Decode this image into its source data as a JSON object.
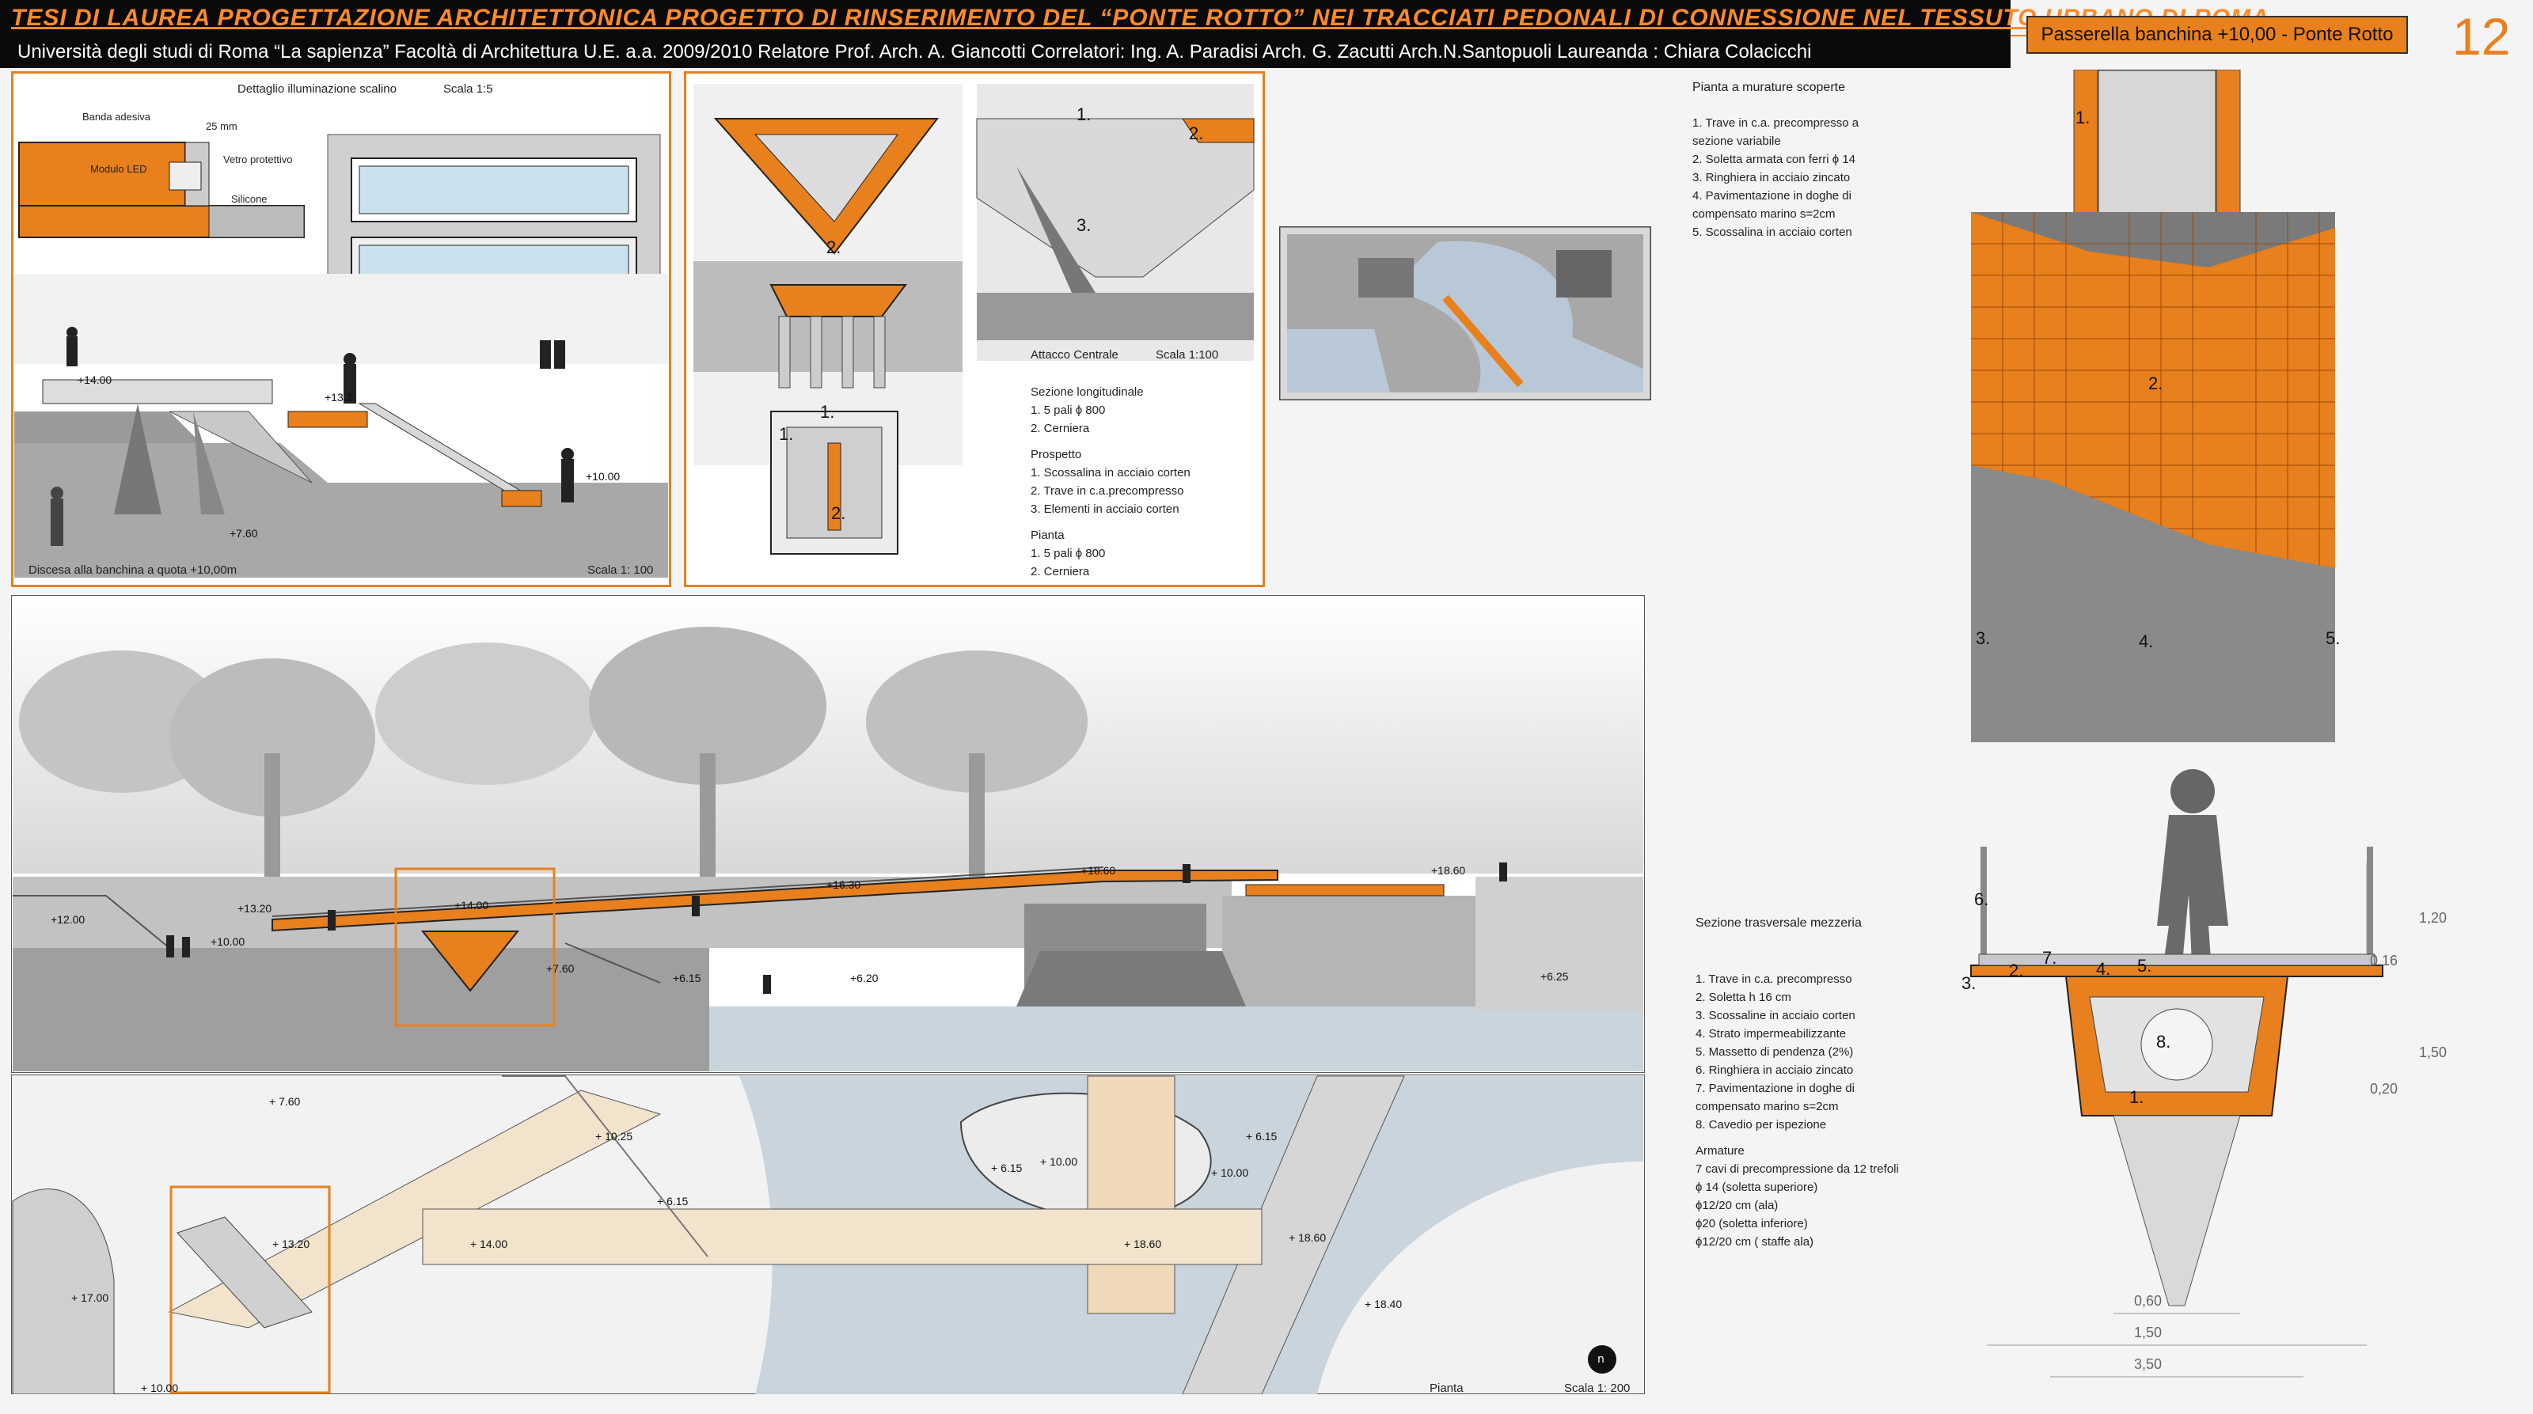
{
  "banner": {
    "title": "TESI DI LAUREA   PROGETTAZIONE ARCHITETTONICA   PROGETTO DI RINSERIMENTO DEL “PONTE ROTTO” NEI TRACCIATI PEDONALI DI CONNESSIONE NEL TESSUTO URBANO DI ROMA",
    "subtitle": "Università degli studi di Roma “La sapienza” Facoltà di Architettura U.E. a.a. 2009/2010   Relatore Prof. Arch. A. Giancotti   Correlatori:   Ing. A. Paradisi   Arch. G. Zacutti   Arch.N.Santopuoli   Laureanda : Chiara Colacicchi",
    "sheet_title": "Passerella banchina +10,00 - Ponte Rotto",
    "sheet_number": "12"
  },
  "detail": {
    "title": "Dettaglio illuminazione scalino",
    "scale": "Scala 1:5",
    "labels": [
      "Banda adesiva",
      "25 mm",
      "Modulo LED",
      "Vetro protettivo",
      "Silicone"
    ]
  },
  "descent": {
    "caption": "Discesa alla banchina a quota +10,00m",
    "scale": "Scala 1: 100",
    "elevations": [
      "+14.00",
      "+13.2",
      "+10.00",
      "+7.60"
    ]
  },
  "attacco": {
    "title": "Attacco Centrale",
    "scale": "Scala 1:100",
    "notes": [
      "Sezione longitudinale",
      "1. 5 pali ϕ 800",
      "2. Cerniera",
      "",
      "Prospetto",
      "1. Scossalina in acciaio corten",
      "2. Trave in c.a.precompresso",
      "3. Elementi in acciaio corten",
      "",
      "Pianta",
      "1. 5 pali ϕ 800",
      "2. Cerniera"
    ],
    "markers": [
      "1.",
      "2.",
      "3.",
      "1.",
      "2.",
      "1.",
      "2."
    ]
  },
  "section": {
    "elevations": [
      "+12.00",
      "+13.20",
      "+10.00",
      "+14.00",
      "+7.60",
      "+6.15",
      "+6.20",
      "+16.30",
      "+18.60",
      "+18.60",
      "+6.25"
    ]
  },
  "plan": {
    "caption": "Pianta",
    "scale": "Scala 1: 200",
    "north": "n",
    "elevations": [
      "+ 7.60",
      "+ 10.25",
      "+ 6.15",
      "+ 13.20",
      "+ 14.00",
      "+ 17.00",
      "+ 10.00",
      "+ 6.15",
      "+ 10.00",
      "+ 6.15",
      "+ 10.00",
      "+ 18.60",
      "+ 18.60",
      "+ 18.40"
    ]
  },
  "masonry": {
    "title": "Pianta a murature scoperte",
    "notes": [
      "1. Trave in c.a. precompresso a",
      "    sezione variabile",
      "2. Soletta armata con ferri  ϕ 14",
      "3. Ringhiera in acciaio zincato",
      "4. Pavimentazione in doghe di",
      "    compensato marino s=2cm",
      "5. Scossalina in acciaio corten"
    ],
    "markers": [
      "1.",
      "2.",
      "3.",
      "4.",
      "5."
    ]
  },
  "transverse": {
    "title": "Sezione trasversale mezzeria",
    "notes": [
      "1. Trave in c.a. precompresso",
      "2. Soletta h 16 cm",
      "3. Scossaline in acciaio corten",
      "4. Strato impermeabilizzante",
      "5. Massetto di pendenza (2%)",
      "6. Ringhiera in acciaio zincato",
      "7. Pavimentazione in doghe di",
      "    compensato marino s=2cm",
      "8. Cavedio per ispezione",
      "",
      "Armature",
      "7 cavi di precompressione da 12 trefoli",
      "ϕ 14  (soletta superiore)",
      "ϕ12/20 cm  (ala)",
      "ϕ20  (soletta inferiore)",
      "ϕ12/20 cm  ( staffe ala)"
    ],
    "markers": [
      "6.",
      "7.",
      "2.",
      "4.",
      "5.",
      "3.",
      "8.",
      "1."
    ],
    "dims_v": [
      "1,20",
      "0,16",
      "1,50",
      "0,20"
    ],
    "dims_h": [
      "0,60",
      "1,50",
      "3,50"
    ]
  },
  "colors": {
    "accent": "#e8801d",
    "water": "#c9d4dc",
    "wall": "#8a8a8a"
  }
}
